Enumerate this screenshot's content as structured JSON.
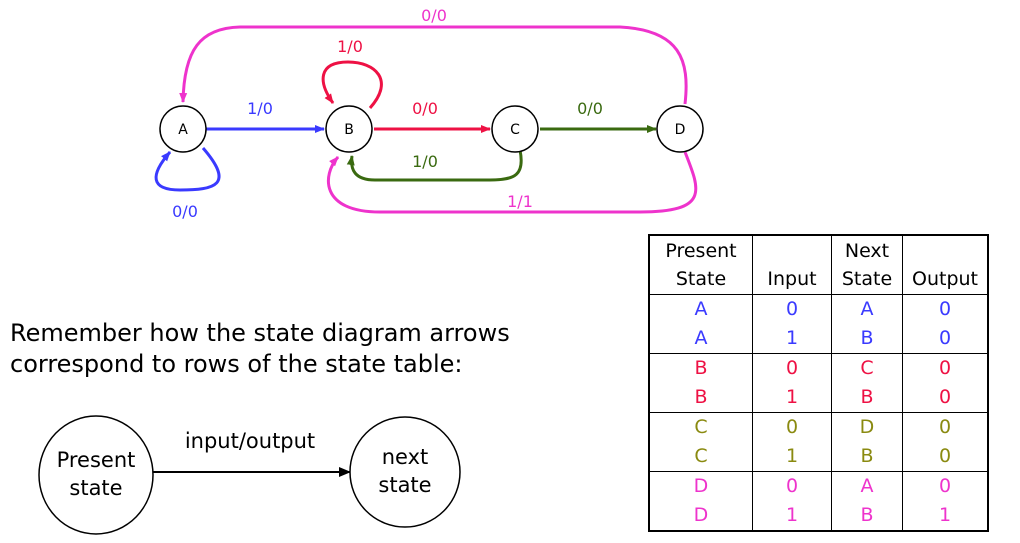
{
  "colors": {
    "blue": "#3a3aff",
    "red": "#ee1144",
    "olive": "#8a8a10",
    "green": "#3a6a10",
    "magenta": "#ee33cc"
  },
  "diagram": {
    "states": {
      "a": "A",
      "b": "B",
      "c": "C",
      "d": "D"
    },
    "edges": {
      "a_self": "0/0",
      "a_to_b": "1/0",
      "b_self": "1/0",
      "b_to_c": "0/0",
      "c_to_d": "0/0",
      "c_to_b": "1/0",
      "d_to_b": "1/1",
      "d_to_a": "0/0"
    }
  },
  "explanation": {
    "line1": "Remember how the state diagram arrows",
    "line2": "correspond to rows of the state table:"
  },
  "legend_diagram": {
    "present_line1": "Present",
    "present_line2": "state",
    "next_line1": "next",
    "next_line2": "state",
    "edge_label": "input/output"
  },
  "table": {
    "headers": {
      "present_line1": "Present",
      "present_line2": "State",
      "input": "Input",
      "next_line1": "Next",
      "next_line2": "State",
      "output": "Output"
    },
    "rows": [
      {
        "present": "A",
        "input": "0",
        "next": "A",
        "output": "0",
        "color": "#3a3aff"
      },
      {
        "present": "A",
        "input": "1",
        "next": "B",
        "output": "0",
        "color": "#3a3aff"
      },
      {
        "present": "B",
        "input": "0",
        "next": "C",
        "output": "0",
        "color": "#ee1144"
      },
      {
        "present": "B",
        "input": "1",
        "next": "B",
        "output": "0",
        "color": "#ee1144"
      },
      {
        "present": "C",
        "input": "0",
        "next": "D",
        "output": "0",
        "color": "#8a8a10"
      },
      {
        "present": "C",
        "input": "1",
        "next": "B",
        "output": "0",
        "color": "#8a8a10"
      },
      {
        "present": "D",
        "input": "0",
        "next": "A",
        "output": "0",
        "color": "#ee33cc"
      },
      {
        "present": "D",
        "input": "1",
        "next": "B",
        "output": "1",
        "color": "#ee33cc"
      }
    ]
  }
}
